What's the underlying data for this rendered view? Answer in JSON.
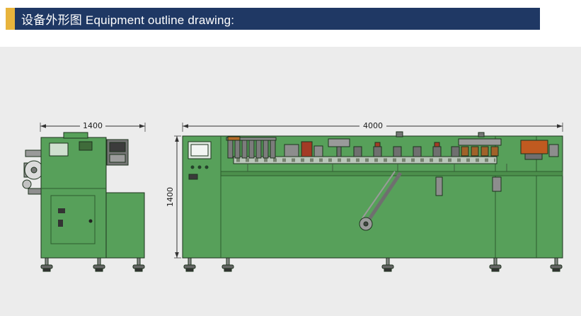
{
  "header": {
    "title": "设备外形图 Equipment outline drawing:",
    "accent_color": "#E8B43C",
    "bar_color": "#1F3864",
    "text_color": "#FFFFFF"
  },
  "drawing": {
    "background_color": "#ECECEC",
    "machine_color": "#57A05A",
    "outline_color": "#1D321D",
    "dimension_color": "#333333",
    "dimensions": {
      "left_machine_width": "1400",
      "right_machine_width": "4000",
      "right_machine_height": "1400"
    }
  }
}
